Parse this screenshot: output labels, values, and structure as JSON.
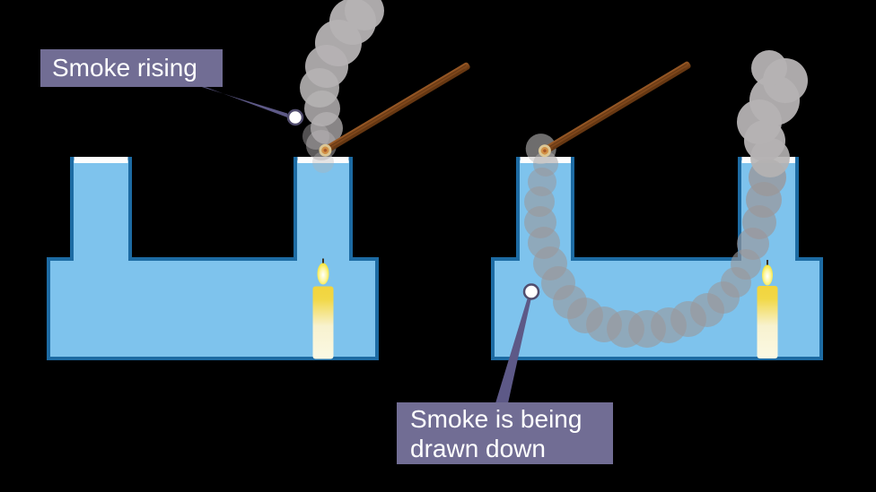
{
  "figure": {
    "description": "Smoke box convection experiment: two glass-fronted boxes with two chimneys each; a lit candle sits under the right chimney of each box; a glowing splint is held over a chimney mouth.",
    "left_panel_caption": "Smoke rising",
    "right_panel_caption": "Smoke is being drawn down"
  },
  "labels": {
    "smoke_rising": "Smoke rising",
    "smoke_drawn_down": "Smoke is being drawn down"
  },
  "colors": {
    "background": "#000000",
    "box_fill": "#7ec3ed",
    "box_border": "#1d6ba3",
    "mouth_white": "#fdfdfd",
    "label_bg": "#716d94",
    "label_text": "#ffffff",
    "connector": "#5d5987",
    "dot_ring": "#514d6e",
    "smoke": "#b5b2b3",
    "smoke_soft": "#9b979a",
    "candle_top": "#f2d43c",
    "candle_bottom": "#fbf9e4",
    "flame_outer": "#f6e11c",
    "splint_wood": "#7a4519",
    "ember_ring": "#dcc795",
    "ember_core": "#d29045"
  }
}
